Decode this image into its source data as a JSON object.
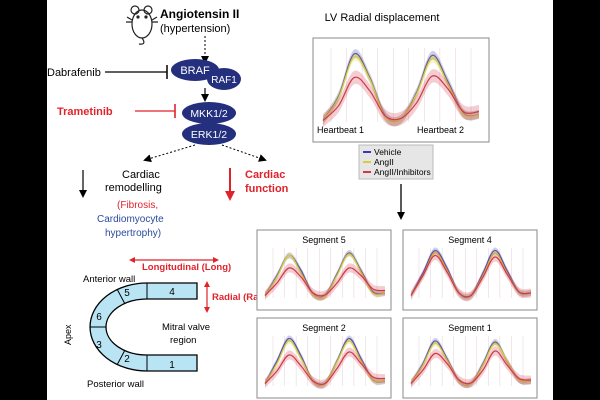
{
  "pathway": {
    "stimulus": "Angiotensin II",
    "stimulus_sub": "(hypertension)",
    "inhibitor_1": "Dabrafenib",
    "inhibitor_2": "Trametinib",
    "braf": "BRAF",
    "raf1": "RAF1",
    "mkk": "MKK1/2",
    "erk": "ERK1/2",
    "remodel_line1": "Cardiac",
    "remodel_line2": "remodelling",
    "fibrosis": "(Fibrosis,",
    "cardiomyocyte_1": "Cardiomyocyte",
    "cardiomyocyte_2": "hypertrophy)",
    "function_line1": "Cardiac",
    "function_line2": "function"
  },
  "heart": {
    "anterior": "Anterior wall",
    "posterior": "Posterior wall",
    "apex": "Apex",
    "mitral_1": "Mitral valve",
    "mitral_2": "region",
    "longitudinal": "Longitudinal (Long)",
    "radial": "Radial (Rad)",
    "segments": [
      "1",
      "2",
      "3",
      "4",
      "5",
      "6"
    ]
  },
  "main_plot": {
    "title": "LV Radial displacement",
    "heartbeat_1": "Heartbeat 1",
    "heartbeat_2": "Heartbeat 2"
  },
  "legend": [
    "Vehicle",
    "AngII",
    "AngII/Inhibitors"
  ],
  "segment_plots": [
    "Segment 5",
    "Segment 4",
    "Segment 2",
    "Segment 1"
  ],
  "colors": {
    "vehicle": "#3a3ab8",
    "angii": "#d8cc3a",
    "inhibitors": "#d03848",
    "protein": "#24307e",
    "red": "#e0232b",
    "blue_text": "#2b4aa0",
    "segment_fill": "#b9e4f4"
  },
  "chart_data": [
    {
      "type": "line",
      "title": "LV Radial displacement",
      "x": [
        0,
        0.1,
        0.2,
        0.3,
        0.4,
        0.5,
        0.6,
        0.7,
        0.8,
        0.9,
        1.0
      ],
      "series": [
        {
          "name": "Vehicle",
          "values": [
            0.02,
            0.35,
            0.92,
            0.6,
            0.08,
            0.04,
            0.4,
            0.9,
            0.55,
            0.12,
            0.1
          ]
        },
        {
          "name": "AngII",
          "values": [
            0.02,
            0.33,
            0.88,
            0.58,
            0.07,
            0.04,
            0.38,
            0.86,
            0.52,
            0.11,
            0.1
          ]
        },
        {
          "name": "AngII/Inhibitors",
          "values": [
            0.02,
            0.22,
            0.6,
            0.42,
            0.08,
            0.05,
            0.26,
            0.62,
            0.45,
            0.14,
            0.14
          ]
        }
      ]
    },
    {
      "type": "line",
      "title": "Segment 5",
      "series": [
        {
          "name": "Vehicle",
          "values": [
            0.05,
            0.45,
            0.85,
            0.55,
            0.08,
            0.05,
            0.48,
            0.9,
            0.55,
            0.12,
            0.1
          ]
        },
        {
          "name": "AngII",
          "values": [
            0.05,
            0.42,
            0.85,
            0.5,
            0.07,
            0.04,
            0.45,
            0.88,
            0.52,
            0.1,
            0.1
          ]
        },
        {
          "name": "AngII/Inhibitors",
          "values": [
            0.05,
            0.3,
            0.6,
            0.42,
            0.1,
            0.06,
            0.3,
            0.6,
            0.45,
            0.18,
            0.15
          ]
        }
      ]
    },
    {
      "type": "line",
      "title": "Segment 4",
      "series": [
        {
          "name": "Vehicle",
          "values": [
            0.05,
            0.5,
            0.95,
            0.6,
            0.1,
            0.05,
            0.5,
            0.95,
            0.55,
            0.12,
            0.1
          ]
        },
        {
          "name": "AngII",
          "values": [
            0.05,
            0.45,
            0.9,
            0.55,
            0.1,
            0.05,
            0.45,
            0.9,
            0.5,
            0.12,
            0.1
          ]
        },
        {
          "name": "AngII/Inhibitors",
          "values": [
            0.05,
            0.45,
            0.85,
            0.52,
            0.1,
            0.05,
            0.42,
            0.82,
            0.48,
            0.12,
            0.1
          ]
        }
      ]
    },
    {
      "type": "line",
      "title": "Segment 2",
      "series": [
        {
          "name": "Vehicle",
          "values": [
            0.05,
            0.5,
            0.95,
            0.6,
            0.1,
            0.05,
            0.5,
            0.95,
            0.55,
            0.12,
            0.1
          ]
        },
        {
          "name": "AngII",
          "values": [
            0.05,
            0.45,
            0.9,
            0.55,
            0.1,
            0.05,
            0.48,
            0.9,
            0.5,
            0.12,
            0.1
          ]
        },
        {
          "name": "AngII/Inhibitors",
          "values": [
            0.05,
            0.3,
            0.62,
            0.4,
            0.1,
            0.05,
            0.35,
            0.68,
            0.45,
            0.18,
            0.15
          ]
        }
      ]
    },
    {
      "type": "line",
      "title": "Segment 1",
      "series": [
        {
          "name": "Vehicle",
          "values": [
            0.05,
            0.45,
            0.9,
            0.55,
            0.1,
            0.05,
            0.45,
            0.88,
            0.5,
            0.12,
            0.1
          ]
        },
        {
          "name": "AngII",
          "values": [
            0.05,
            0.42,
            0.85,
            0.52,
            0.1,
            0.05,
            0.42,
            0.85,
            0.5,
            0.12,
            0.1
          ]
        },
        {
          "name": "AngII/Inhibitors",
          "values": [
            0.05,
            0.32,
            0.65,
            0.45,
            0.12,
            0.06,
            0.32,
            0.7,
            0.42,
            0.15,
            0.12
          ]
        }
      ]
    }
  ]
}
